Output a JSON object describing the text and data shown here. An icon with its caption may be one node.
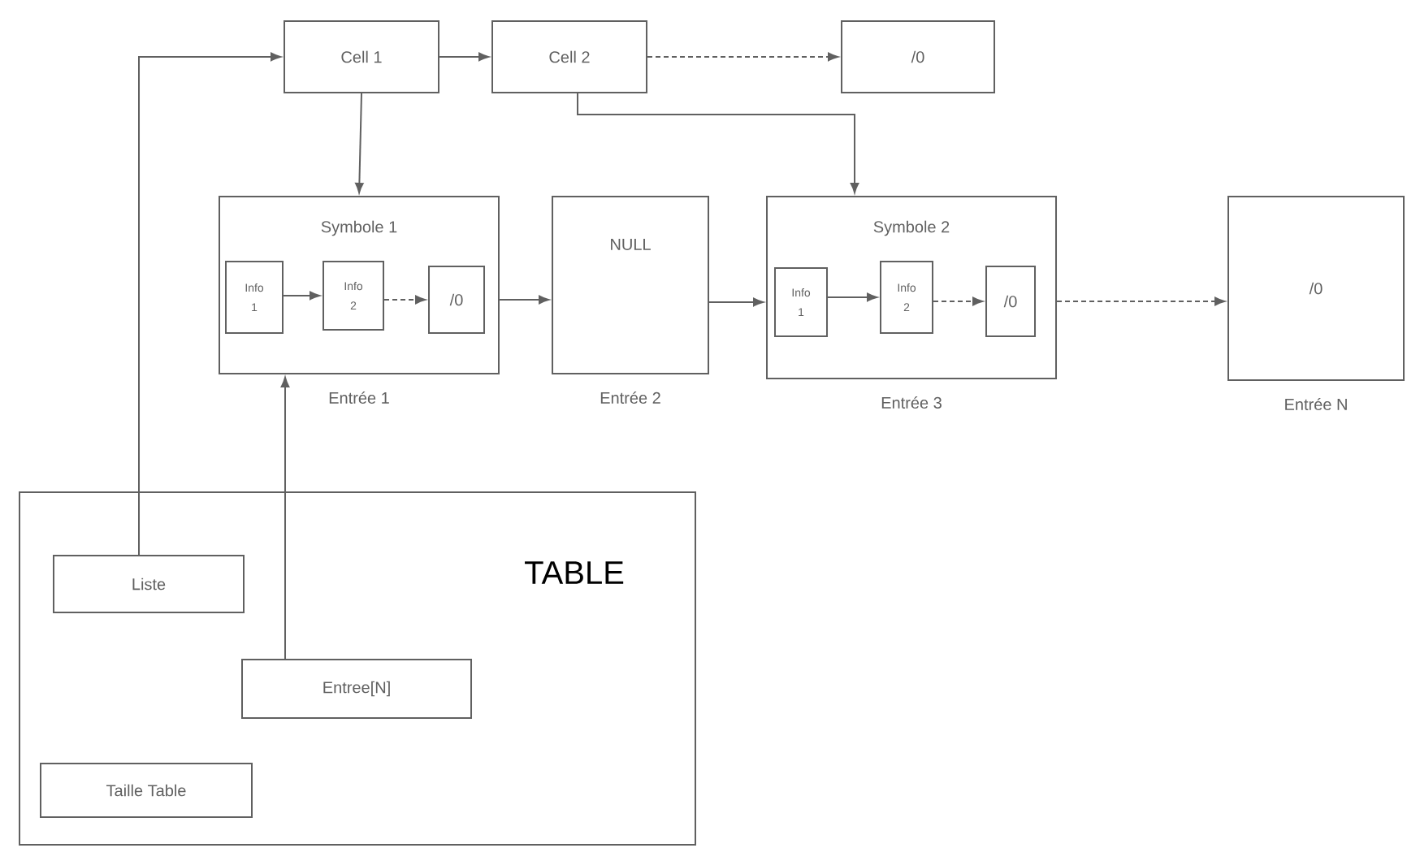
{
  "diagram": {
    "nodes": [
      {
        "text": [
          "Cell 1"
        ]
      },
      {
        "text": [
          "Cell 2"
        ]
      },
      {
        "text": [
          "/0"
        ]
      },
      {
        "text": [
          "Symbole 1"
        ],
        "beside": [
          "Entrée 1"
        ]
      },
      {
        "text": [
          "Info 1"
        ],
        "in": 3
      },
      {
        "text": [
          "Info 2"
        ],
        "in": 3
      },
      {
        "text": [
          "/0"
        ],
        "in": 3
      },
      {
        "text": [
          "NULL"
        ],
        "beside": [
          "Entrée 2"
        ]
      },
      {
        "text": [
          "Symbole 2"
        ],
        "beside": [
          "Entrée 3"
        ]
      },
      {
        "text": [
          "Info 1"
        ],
        "in": 8
      },
      {
        "text": [
          "Info 2"
        ],
        "in": 8
      },
      {
        "text": [
          "/0"
        ],
        "in": 8
      },
      {
        "text": [
          "/0"
        ],
        "beside": [
          "Entrée N"
        ]
      },
      {
        "text": [
          "TABLE"
        ]
      },
      {
        "text": [
          "Liste"
        ],
        "in": 13
      },
      {
        "text": [
          "Entree[N]"
        ],
        "in": 13
      },
      {
        "text": [
          "Taille Table"
        ],
        "in": 13
      }
    ],
    "edges": [
      {
        "from": 14,
        "to": 0,
        "arrow": "to"
      },
      {
        "from": 0,
        "to": 1,
        "arrow": "to"
      },
      {
        "from": 1,
        "to": 2,
        "arrow": "to",
        "style": "dashed"
      },
      {
        "from": 0,
        "to": 3,
        "arrow": "to"
      },
      {
        "from": 1,
        "to": 8,
        "arrow": "to"
      },
      {
        "from": 4,
        "to": 5,
        "arrow": "to"
      },
      {
        "from": 5,
        "to": 6,
        "arrow": "to",
        "style": "dashed"
      },
      {
        "from": 3,
        "to": 7,
        "arrow": "to"
      },
      {
        "from": 7,
        "to": 8,
        "arrow": "to"
      },
      {
        "from": 9,
        "to": 10,
        "arrow": "to"
      },
      {
        "from": 10,
        "to": 11,
        "arrow": "to",
        "style": "dashed"
      },
      {
        "from": 8,
        "to": 12,
        "arrow": "to",
        "style": "dashed"
      },
      {
        "from": 15,
        "to": 3,
        "arrow": "to"
      }
    ]
  }
}
